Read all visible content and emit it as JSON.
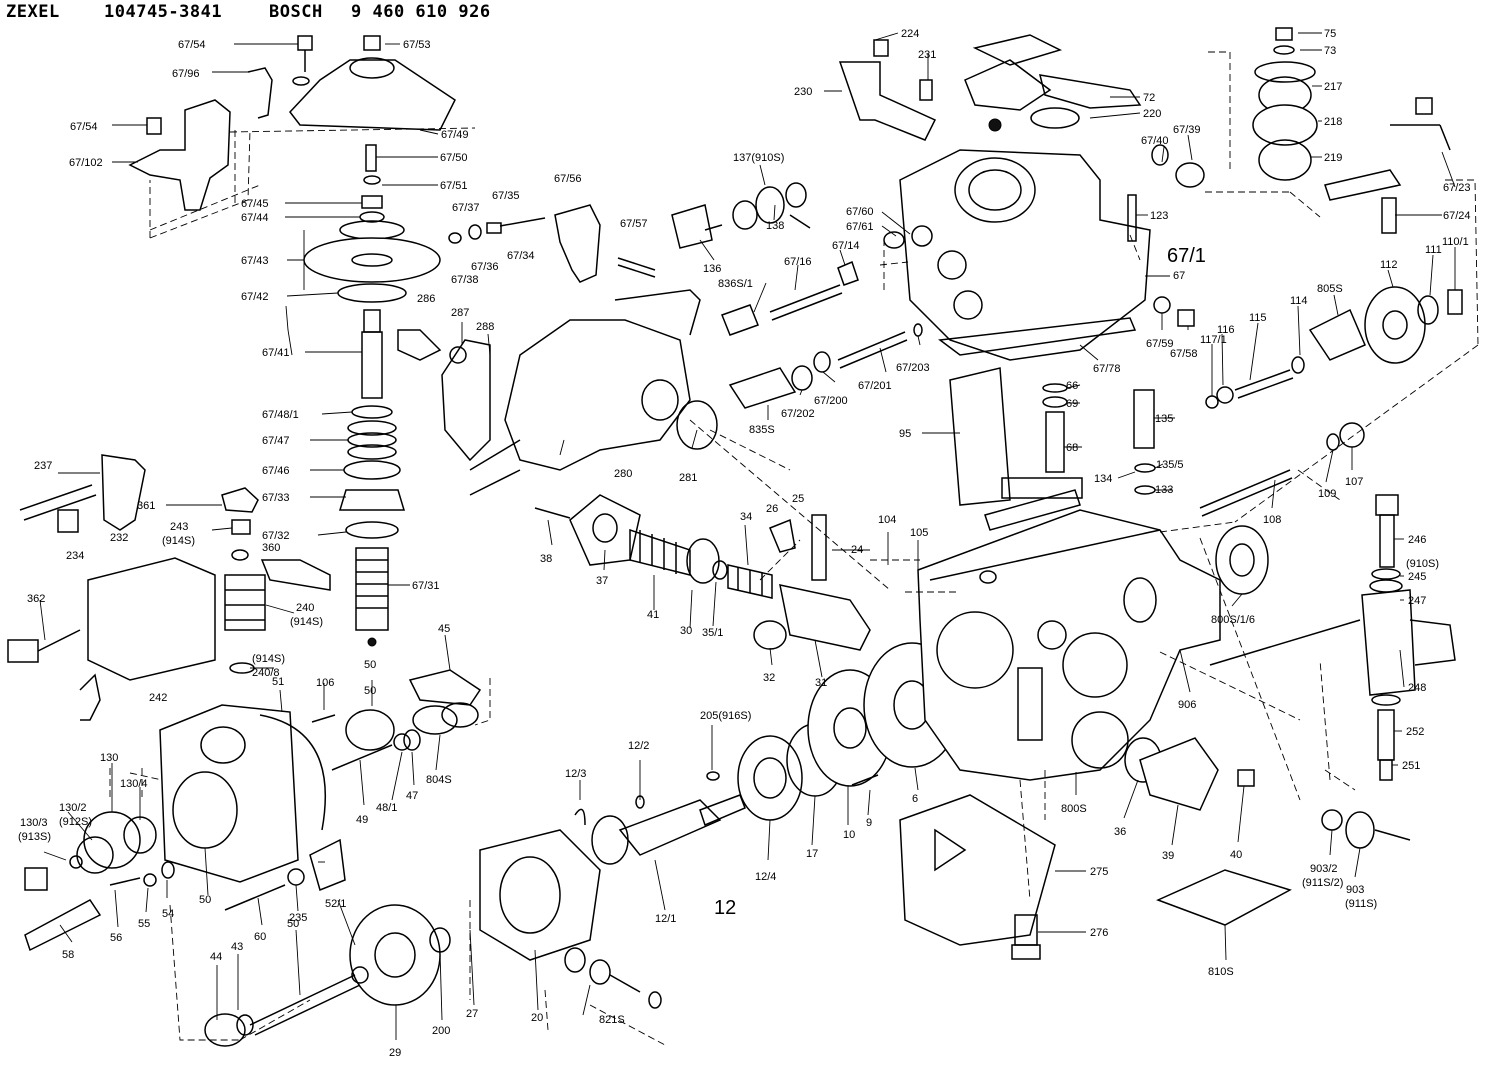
{
  "header": {
    "brand1": "ZEXEL",
    "partno1": "104745-3841",
    "brand2": "BOSCH",
    "partno2": "9 460 610 926"
  },
  "callouts": [
    {
      "key": "67/54a",
      "text": "67/54"
    },
    {
      "key": "67/53",
      "text": "67/53"
    },
    {
      "key": "67/96",
      "text": "67/96"
    },
    {
      "key": "67/54b",
      "text": "67/54"
    },
    {
      "key": "67/49",
      "text": "67/49"
    },
    {
      "key": "67/102",
      "text": "67/102"
    },
    {
      "key": "67/50",
      "text": "67/50"
    },
    {
      "key": "67/51",
      "text": "67/51"
    },
    {
      "key": "67/45",
      "text": "67/45"
    },
    {
      "key": "67/44",
      "text": "67/44"
    },
    {
      "key": "67/43",
      "text": "67/43"
    },
    {
      "key": "67/42",
      "text": "67/42"
    },
    {
      "key": "67/41",
      "text": "67/41"
    },
    {
      "key": "67/48/1",
      "text": "67/48/1"
    },
    {
      "key": "67/47",
      "text": "67/47"
    },
    {
      "key": "67/46",
      "text": "67/46"
    },
    {
      "key": "67/33",
      "text": "67/33"
    },
    {
      "key": "67/32",
      "text": "67/32"
    },
    {
      "key": "67/31",
      "text": "67/31"
    },
    {
      "key": "50a",
      "text": "50"
    },
    {
      "key": "67/37",
      "text": "67/37"
    },
    {
      "key": "67/35",
      "text": "67/35"
    },
    {
      "key": "67/56",
      "text": "67/56"
    },
    {
      "key": "67/38",
      "text": "67/38"
    },
    {
      "key": "67/36",
      "text": "67/36"
    },
    {
      "key": "67/34",
      "text": "67/34"
    },
    {
      "key": "67/57",
      "text": "67/57"
    },
    {
      "key": "286a",
      "text": "286"
    },
    {
      "key": "287",
      "text": "287"
    },
    {
      "key": "288",
      "text": "288"
    },
    {
      "key": "280",
      "text": "280"
    },
    {
      "key": "281",
      "text": "281"
    },
    {
      "key": "237",
      "text": "237"
    },
    {
      "key": "234",
      "text": "234"
    },
    {
      "key": "232",
      "text": "232"
    },
    {
      "key": "361",
      "text": "361"
    },
    {
      "key": "243",
      "text": "243"
    },
    {
      "key": "914S_a",
      "text": "(914S)"
    },
    {
      "key": "360",
      "text": "360"
    },
    {
      "key": "362",
      "text": "362"
    },
    {
      "key": "240",
      "text": "240"
    },
    {
      "key": "914S_b",
      "text": "(914S)"
    },
    {
      "key": "914S_c",
      "text": "(914S)"
    },
    {
      "key": "240/8",
      "text": "240/8"
    },
    {
      "key": "242",
      "text": "242"
    },
    {
      "key": "38",
      "text": "38"
    },
    {
      "key": "37",
      "text": "37"
    },
    {
      "key": "41",
      "text": "41"
    },
    {
      "key": "30",
      "text": "30"
    },
    {
      "key": "35/1",
      "text": "35/1"
    },
    {
      "key": "34",
      "text": "34"
    },
    {
      "key": "26",
      "text": "26"
    },
    {
      "key": "25",
      "text": "25"
    },
    {
      "key": "24",
      "text": "24"
    },
    {
      "key": "32",
      "text": "32"
    },
    {
      "key": "31",
      "text": "31"
    },
    {
      "key": "104",
      "text": "104"
    },
    {
      "key": "105",
      "text": "105"
    },
    {
      "key": "45",
      "text": "45"
    },
    {
      "key": "106",
      "text": "106"
    },
    {
      "key": "51",
      "text": "51"
    },
    {
      "key": "50b",
      "text": "50"
    },
    {
      "key": "804S",
      "text": "804S"
    },
    {
      "key": "47",
      "text": "47"
    },
    {
      "key": "48/1",
      "text": "48/1"
    },
    {
      "key": "49",
      "text": "49"
    },
    {
      "key": "130",
      "text": "130"
    },
    {
      "key": "130/4",
      "text": "130/4"
    },
    {
      "key": "130/3",
      "text": "130/3"
    },
    {
      "key": "913S",
      "text": "(913S)"
    },
    {
      "key": "130/2",
      "text": "130/2"
    },
    {
      "key": "912S",
      "text": "(912S)"
    },
    {
      "key": "50c",
      "text": "50"
    },
    {
      "key": "54",
      "text": "54"
    },
    {
      "key": "55",
      "text": "55"
    },
    {
      "key": "56",
      "text": "56"
    },
    {
      "key": "58",
      "text": "58"
    },
    {
      "key": "60",
      "text": "60"
    },
    {
      "key": "235",
      "text": "235"
    },
    {
      "key": "52/1",
      "text": "52/1"
    },
    {
      "key": "50d",
      "text": "50"
    },
    {
      "key": "44",
      "text": "44"
    },
    {
      "key": "43",
      "text": "43"
    },
    {
      "key": "29",
      "text": "29"
    },
    {
      "key": "200",
      "text": "200"
    },
    {
      "key": "27",
      "text": "27"
    },
    {
      "key": "20",
      "text": "20"
    },
    {
      "key": "821S",
      "text": "821S"
    },
    {
      "key": "205",
      "text": "205(916S)"
    },
    {
      "key": "12/2",
      "text": "12/2"
    },
    {
      "key": "12/3",
      "text": "12/3"
    },
    {
      "key": "12/4",
      "text": "12/4"
    },
    {
      "key": "12/1",
      "text": "12/1"
    },
    {
      "key": "17",
      "text": "17"
    },
    {
      "key": "10",
      "text": "10"
    },
    {
      "key": "9",
      "text": "9"
    },
    {
      "key": "6",
      "text": "6"
    },
    {
      "key": "224",
      "text": "224"
    },
    {
      "key": "231",
      "text": "231"
    },
    {
      "key": "230",
      "text": "230"
    },
    {
      "key": "137",
      "text": "137(910S)"
    },
    {
      "key": "138",
      "text": "138"
    },
    {
      "key": "136",
      "text": "136"
    },
    {
      "key": "67/60",
      "text": "67/60"
    },
    {
      "key": "67/61",
      "text": "67/61"
    },
    {
      "key": "67/14",
      "text": "67/14"
    },
    {
      "key": "67/16",
      "text": "67/16"
    },
    {
      "key": "836S/1",
      "text": "836S/1"
    },
    {
      "key": "72",
      "text": "72"
    },
    {
      "key": "220",
      "text": "220"
    },
    {
      "key": "67/40",
      "text": "67/40"
    },
    {
      "key": "67/39",
      "text": "67/39"
    },
    {
      "key": "123",
      "text": "123"
    },
    {
      "key": "67",
      "text": "67"
    },
    {
      "key": "67/1",
      "text": "67/1"
    },
    {
      "key": "75",
      "text": "75"
    },
    {
      "key": "73",
      "text": "73"
    },
    {
      "key": "217",
      "text": "217"
    },
    {
      "key": "218",
      "text": "218"
    },
    {
      "key": "219",
      "text": "219"
    },
    {
      "key": "67/23",
      "text": "67/23"
    },
    {
      "key": "67/24",
      "text": "67/24"
    },
    {
      "key": "110/1",
      "text": "110/1"
    },
    {
      "key": "111",
      "text": "111"
    },
    {
      "key": "112",
      "text": "112"
    },
    {
      "key": "805S",
      "text": "805S"
    },
    {
      "key": "114",
      "text": "114"
    },
    {
      "key": "115",
      "text": "115"
    },
    {
      "key": "116",
      "text": "116"
    },
    {
      "key": "117/1",
      "text": "117/1"
    },
    {
      "key": "67/59",
      "text": "67/59"
    },
    {
      "key": "67/58",
      "text": "67/58"
    },
    {
      "key": "67/203",
      "text": "67/203"
    },
    {
      "key": "67/201",
      "text": "67/201"
    },
    {
      "key": "67/200",
      "text": "67/200"
    },
    {
      "key": "67/202",
      "text": "67/202"
    },
    {
      "key": "835S",
      "text": "835S"
    },
    {
      "key": "67/78",
      "text": "67/78"
    },
    {
      "key": "66",
      "text": "66"
    },
    {
      "key": "69",
      "text": "69"
    },
    {
      "key": "68",
      "text": "68"
    },
    {
      "key": "95",
      "text": "95"
    },
    {
      "key": "135",
      "text": "135"
    },
    {
      "key": "134",
      "text": "134"
    },
    {
      "key": "135/5",
      "text": "135/5"
    },
    {
      "key": "133",
      "text": "133"
    },
    {
      "key": "108",
      "text": "108"
    },
    {
      "key": "109",
      "text": "109"
    },
    {
      "key": "107",
      "text": "107"
    },
    {
      "key": "246",
      "text": "246"
    },
    {
      "key": "910S_b",
      "text": "(910S)"
    },
    {
      "key": "245",
      "text": "245"
    },
    {
      "key": "247",
      "text": "247"
    },
    {
      "key": "800S/1/6",
      "text": "800S/1/6"
    },
    {
      "key": "906",
      "text": "906"
    },
    {
      "key": "248",
      "text": "248"
    },
    {
      "key": "252",
      "text": "252"
    },
    {
      "key": "251",
      "text": "251"
    },
    {
      "key": "800S",
      "text": "800S"
    },
    {
      "key": "36",
      "text": "36"
    },
    {
      "key": "39",
      "text": "39"
    },
    {
      "key": "40",
      "text": "40"
    },
    {
      "key": "275",
      "text": "275"
    },
    {
      "key": "276",
      "text": "276"
    },
    {
      "key": "903/2",
      "text": "903/2"
    },
    {
      "key": "911S/2",
      "text": "(911S/2)"
    },
    {
      "key": "903",
      "text": "903"
    },
    {
      "key": "911S",
      "text": "(911S)"
    },
    {
      "key": "810S",
      "text": "810S"
    },
    {
      "key": "12",
      "text": "12"
    }
  ]
}
